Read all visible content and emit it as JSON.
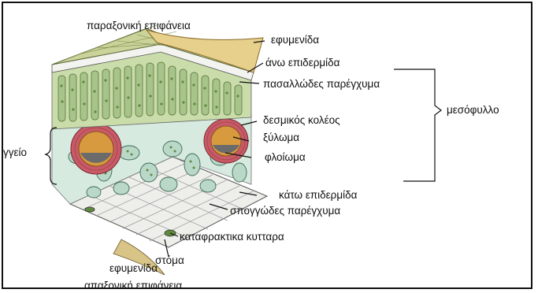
{
  "labels": {
    "adaxial_surface": "παραξονική επιφάνεια",
    "cuticle_top": "εφυμενίδα",
    "upper_epidermis": "άνω επιδερμίδα",
    "palisade": "πασαλλώδες παρέγχυμα",
    "bundle_sheath": "δεσμικός κολέος",
    "xylem": "ξύλωμα",
    "phloem": "φλοίωμα",
    "mesophyll": "μεσόφυλλο",
    "vessel_left": "γγείο",
    "lower_epidermis": "κάτω επιδερμίδα",
    "spongy": "σπογγώδες παρέγχυμα",
    "guard_cells": "καταφρακτικα κυτταρα",
    "stoma": "στόμα",
    "cuticle_bottom": "εφυμενίδα",
    "abaxial_surface": "απαξονική επιφάνεια"
  },
  "colors": {
    "cuticle": "#e7cf8c",
    "upper_surface": "#cbd39a",
    "palisade": "#a9c48a",
    "chloroplast": "#5f8a3e",
    "spongy": "#b9d8c8",
    "bundle_sheath": "#c85a66",
    "xylem": "#d79a3e",
    "phloem": "#6b6b6b",
    "epidermis": "#f2f2ee",
    "outline": "#333333"
  }
}
